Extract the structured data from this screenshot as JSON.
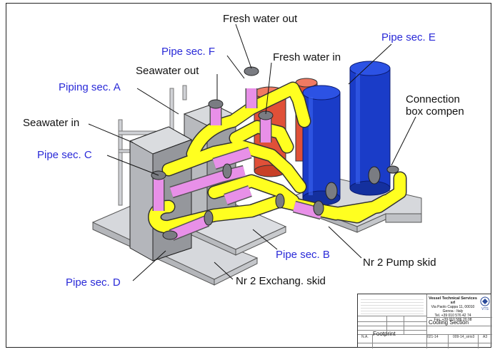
{
  "labels": {
    "fresh_water_out": "Fresh water out",
    "pipe_sec_e": "Pipe sec. E",
    "pipe_sec_f": "Pipe sec. F",
    "fresh_water_in": "Fresh water in",
    "seawater_out": "Seawater out",
    "piping_sec_a": "Piping sec. A",
    "connection_box_1": "Connection",
    "connection_box_2": "box compen",
    "seawater_in": "Seawater in",
    "pipe_sec_c": "Pipe sec. C",
    "pipe_sec_b": "Pipe sec. B",
    "nr2_pump_skid": "Nr 2 Pump skid",
    "pipe_sec_d": "Pipe sec. D",
    "nr2_exchang_skid": "Nr 2 Exchang. skid"
  },
  "title_block": {
    "company_name": "Vessel Technical Services srl",
    "company_address": "Via Paolo Cappa 11, 00010",
    "company_city": "Genoa - Italy",
    "company_tel": "Tel. +39 010 576 42 74",
    "company_fax": "Fax. +39 010 586 20 08",
    "logo_text": "VTS",
    "drawing_title": "Cooling Section",
    "subtitle": "Footprint",
    "scale": "N.A.",
    "project_code": "021-14",
    "drawing_number": "009-14_sirio3",
    "sheet_size": "A3"
  },
  "colors": {
    "callout_blue": "#2a2ad8",
    "pipe_yellow": "#ffff20",
    "pipe_pink": "#e890e8",
    "pump_blue": "#1a3cc8",
    "tank_red": "#e05038",
    "exchanger_gray": "#a8aab0",
    "skid_base": "#d6d8dc"
  }
}
